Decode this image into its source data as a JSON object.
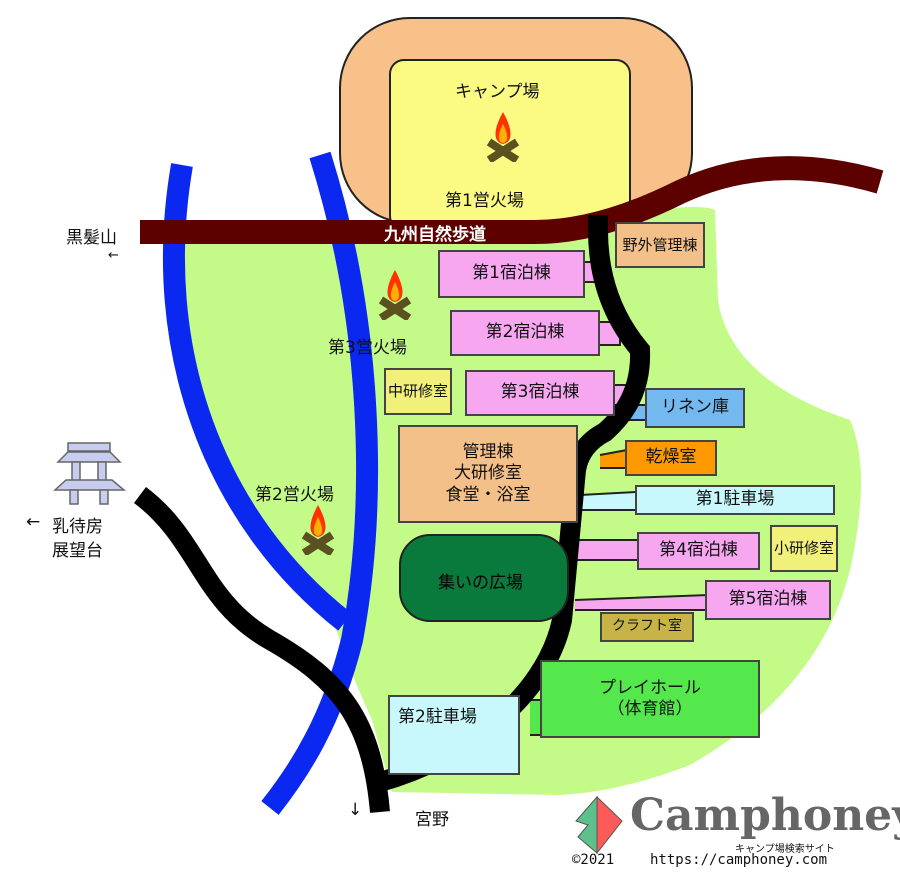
{
  "title": "キャンプ場",
  "trail": "九州自然歩道",
  "fire_sites": [
    "第1営火場",
    "第3営火場",
    "第2営火場"
  ],
  "directions": {
    "kurokami": {
      "name": "黒髪山",
      "arrow": "←"
    },
    "chichimachi": {
      "arrow": "←",
      "line1": "乳待房",
      "line2": "展望台"
    },
    "miyano": {
      "arrow": "↓",
      "name": "宮野"
    }
  },
  "facilities": {
    "yagai": "野外管理棟",
    "shuku1": "第1宿泊棟",
    "shuku2": "第2宿泊棟",
    "shuku3": "第3宿泊棟",
    "shuku4": "第4宿泊棟",
    "shuku5": "第5宿泊棟",
    "chukenshu": "中研修室",
    "shokenshu": "小研修室",
    "linen": "リネン庫",
    "kanso": "乾燥室",
    "kanri": [
      "管理棟",
      "大研修室",
      "食堂・浴室"
    ],
    "parking1": "第1駐車場",
    "parking2": "第2駐車場",
    "plaza": "集いの広場",
    "craft": "クラフト室",
    "playhall": [
      "プレイホール",
      "（体育館）"
    ]
  },
  "logo": {
    "name": "Camphoney",
    "tagline": "キャンプ場検索サイト",
    "copyright": "©2021",
    "url": "https://camphoney.com"
  },
  "colors": {
    "grass": "#c4fb88",
    "river": "#0a28f0",
    "road": "#000000",
    "trail": "#5c0000",
    "camp_outer": "#f9c18a",
    "camp_inner": "#fbfb84"
  }
}
